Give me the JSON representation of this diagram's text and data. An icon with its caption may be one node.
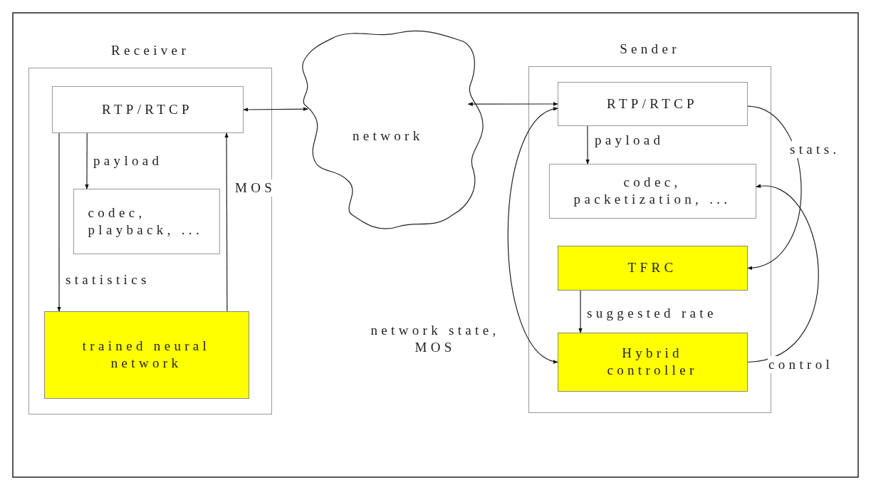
{
  "diagram": {
    "nodes": [
      {
        "text": [
          "Receiver"
        ]
      },
      {
        "text": [
          "RTP/RTCP"
        ],
        "in": 0
      },
      {
        "text": [
          "codec, playback, ..."
        ],
        "in": 0
      },
      {
        "text": [
          "trained neural network"
        ],
        "in": 0
      },
      {
        "text": [
          "network"
        ]
      },
      {
        "text": [
          "Sender"
        ]
      },
      {
        "text": [
          "RTP/RTCP"
        ],
        "in": 5
      },
      {
        "text": [
          "codec, packetization, ..."
        ],
        "in": 5
      },
      {
        "text": [
          "TFRC"
        ],
        "in": 5
      },
      {
        "text": [
          "Hybrid controller"
        ],
        "in": 5
      }
    ],
    "edges": [
      {
        "from": 1,
        "to": 4,
        "arrow": "both"
      },
      {
        "from": 1,
        "to": 2,
        "arrow": "to",
        "label": "payload"
      },
      {
        "from": 1,
        "to": 3,
        "arrow": "to",
        "label": "statistics"
      },
      {
        "from": 3,
        "to": 1,
        "arrow": "to",
        "label": "MOS"
      },
      {
        "from": 4,
        "to": 6,
        "arrow": "both"
      },
      {
        "from": 6,
        "to": 7,
        "arrow": "to",
        "label": "payload"
      },
      {
        "from": 6,
        "to": 8,
        "arrow": "to",
        "label": "stats."
      },
      {
        "from": 8,
        "to": 9,
        "arrow": "to",
        "label": "suggested rate"
      },
      {
        "from": 6,
        "to": 9,
        "arrow": "both",
        "label": "network state, MOS"
      },
      {
        "from": 9,
        "to": 7,
        "arrow": "to",
        "label": "control"
      }
    ]
  }
}
